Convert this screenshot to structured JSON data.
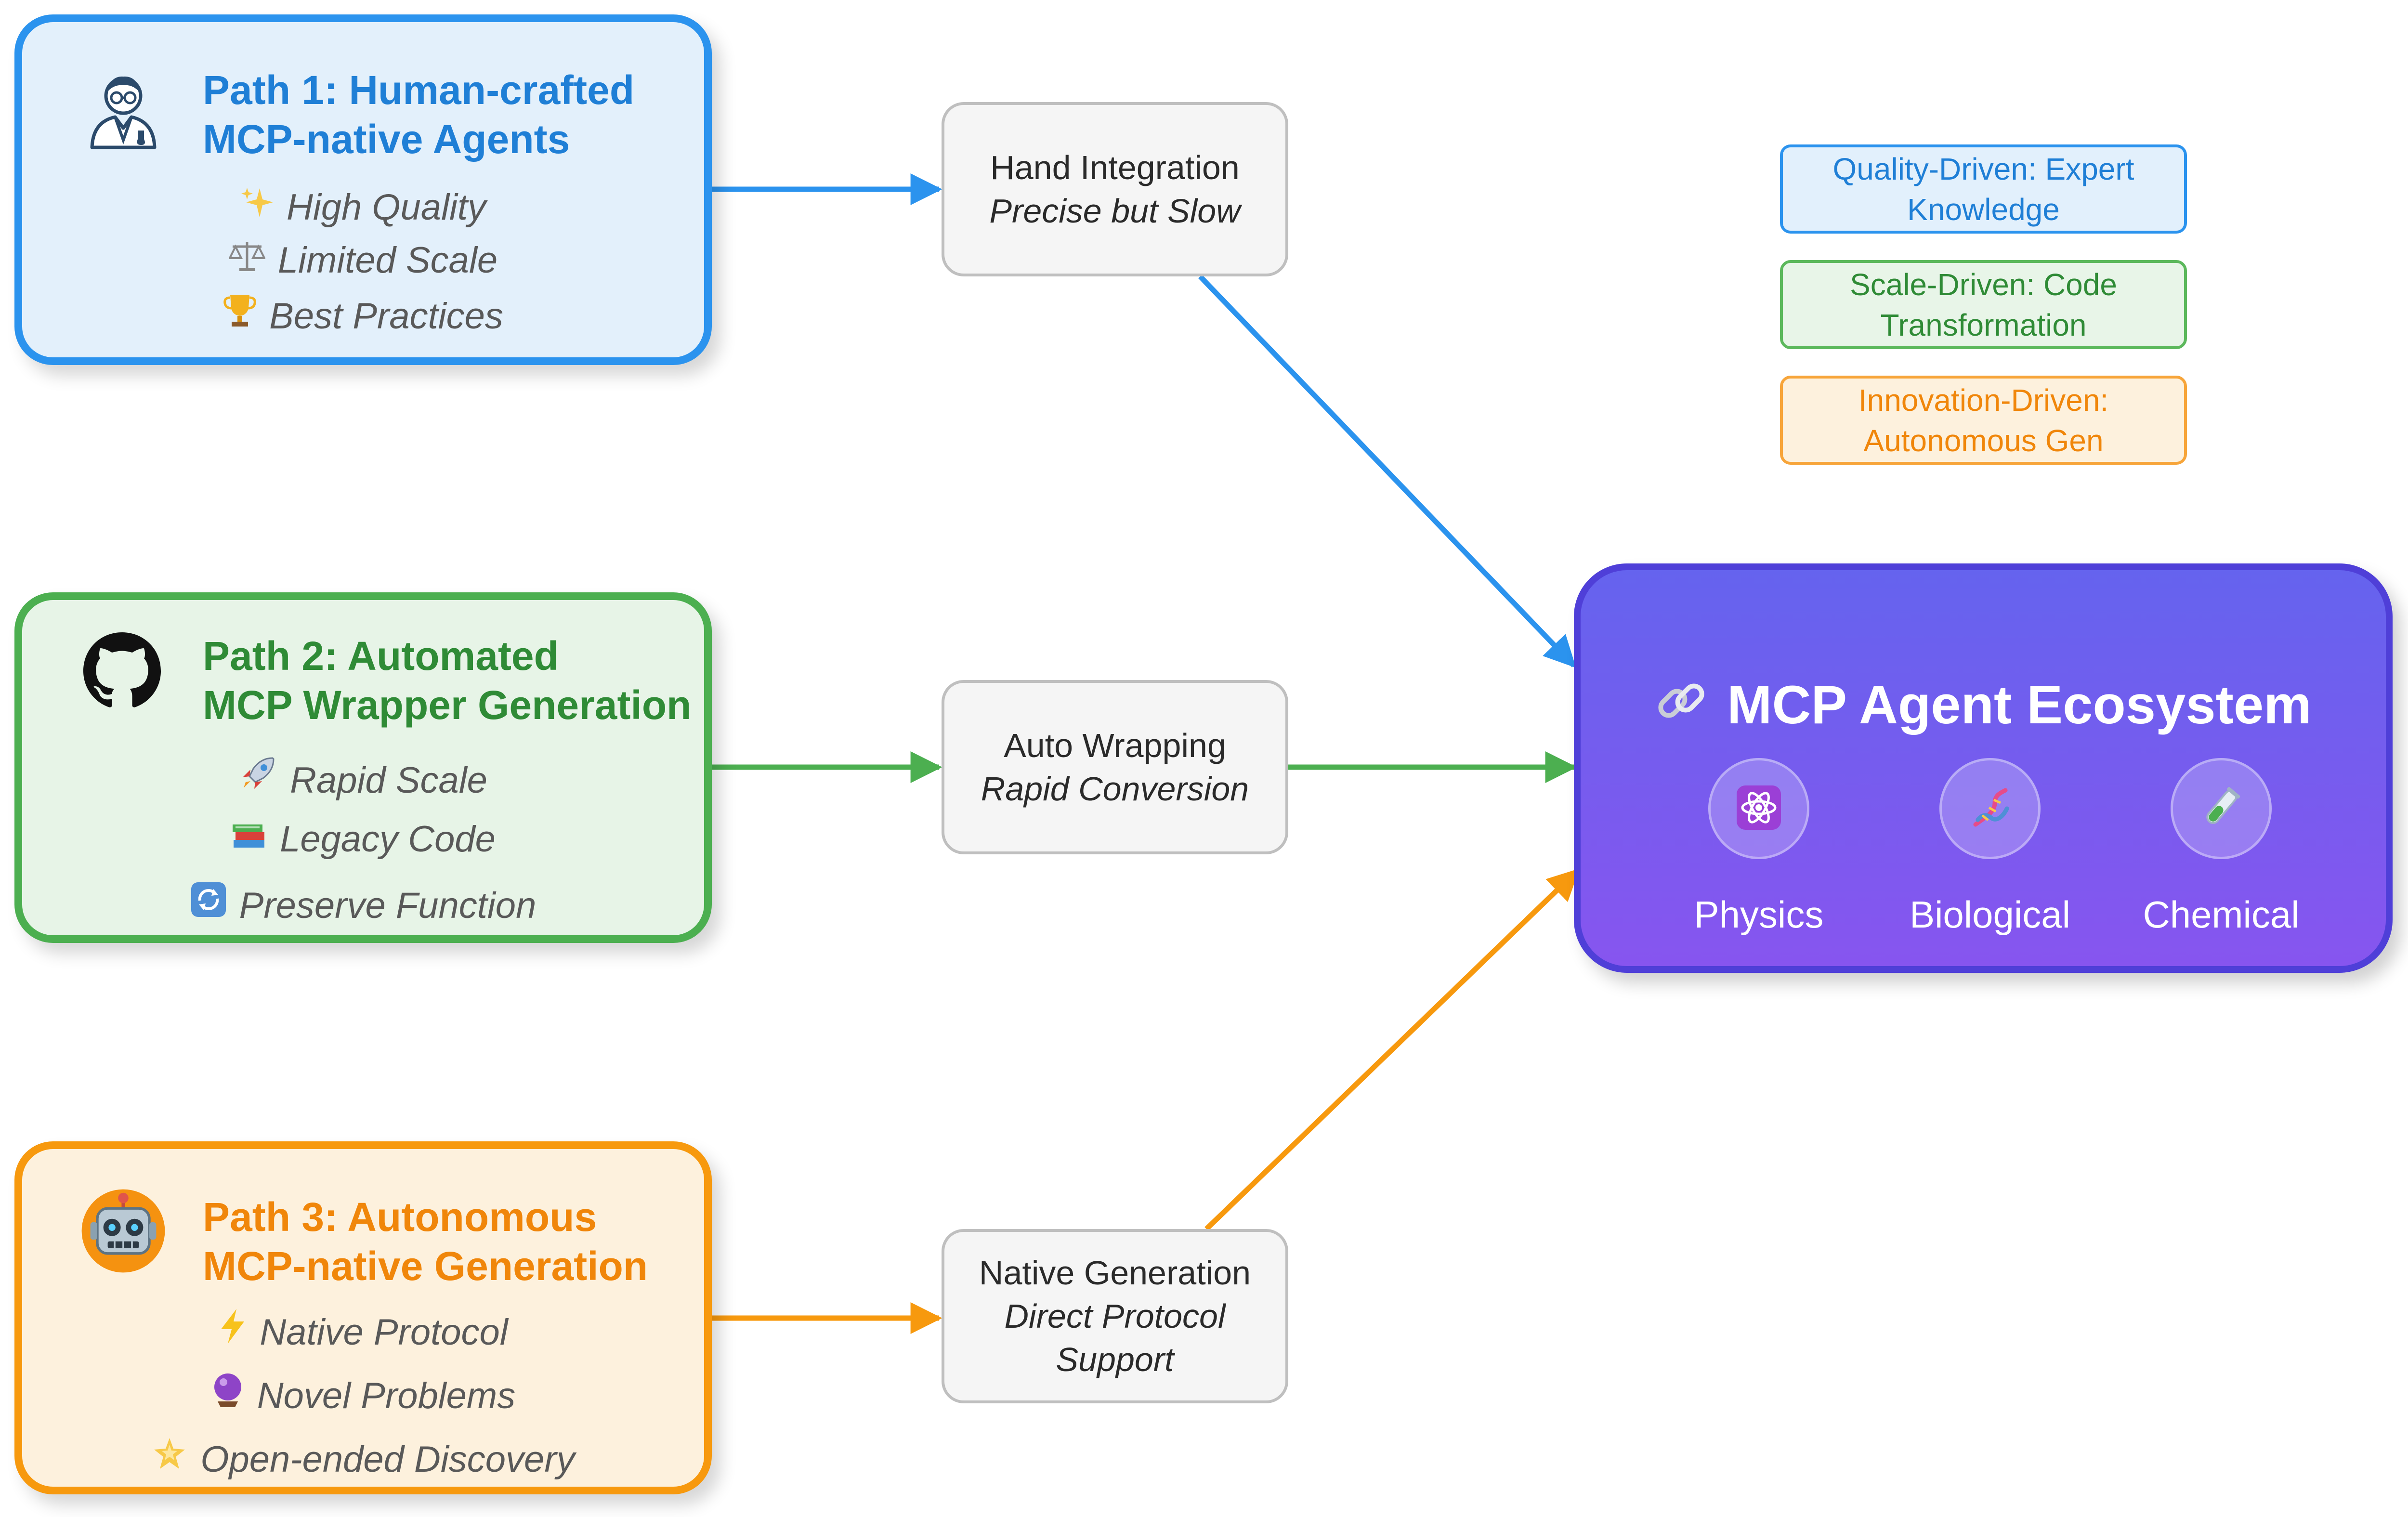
{
  "paths": [
    {
      "title": "Path 1: Human-crafted\nMCP-native Agents",
      "icon": "scientist-icon",
      "color": "#2b93ee",
      "features": [
        {
          "icon": "sparkles-icon",
          "text": "High Quality"
        },
        {
          "icon": "balance-scale-icon",
          "text": "Limited Scale"
        },
        {
          "icon": "trophy-icon",
          "text": "Best Practices"
        }
      ]
    },
    {
      "title": "Path 2: Automated\nMCP Wrapper Generation",
      "icon": "github-icon",
      "color": "#4caf50",
      "features": [
        {
          "icon": "rocket-icon",
          "text": "Rapid Scale"
        },
        {
          "icon": "books-icon",
          "text": "Legacy Code"
        },
        {
          "icon": "refresh-icon",
          "text": "Preserve Function"
        }
      ]
    },
    {
      "title": "Path 3: Autonomous\nMCP-native Generation",
      "icon": "robot-icon",
      "color": "#f7990e",
      "features": [
        {
          "icon": "lightning-icon",
          "text": "Native Protocol"
        },
        {
          "icon": "crystal-ball-icon",
          "text": "Novel Problems"
        },
        {
          "icon": "glowing-star-icon",
          "text": "Open-ended Discovery"
        }
      ]
    }
  ],
  "steps": [
    {
      "title": "Hand Integration",
      "subtitle": "Precise but Slow"
    },
    {
      "title": "Auto Wrapping",
      "subtitle": "Rapid Conversion"
    },
    {
      "title": "Native Generation",
      "subtitle": "Direct Protocol\nSupport"
    }
  ],
  "legend": [
    {
      "text": "Quality-Driven: Expert Knowledge",
      "color": "#2b93ee"
    },
    {
      "text": "Scale-Driven: Code Transformation",
      "color": "#4caf50"
    },
    {
      "text": "Innovation-Driven: Autonomous Gen",
      "color": "#f7990e"
    }
  ],
  "ecosystem": {
    "title": "MCP Agent Ecosystem",
    "icon": "link-icon",
    "domains": [
      {
        "label": "Physics",
        "icon": "atom-icon"
      },
      {
        "label": "Biological",
        "icon": "dna-icon"
      },
      {
        "label": "Chemical",
        "icon": "test-tube-icon"
      }
    ]
  }
}
